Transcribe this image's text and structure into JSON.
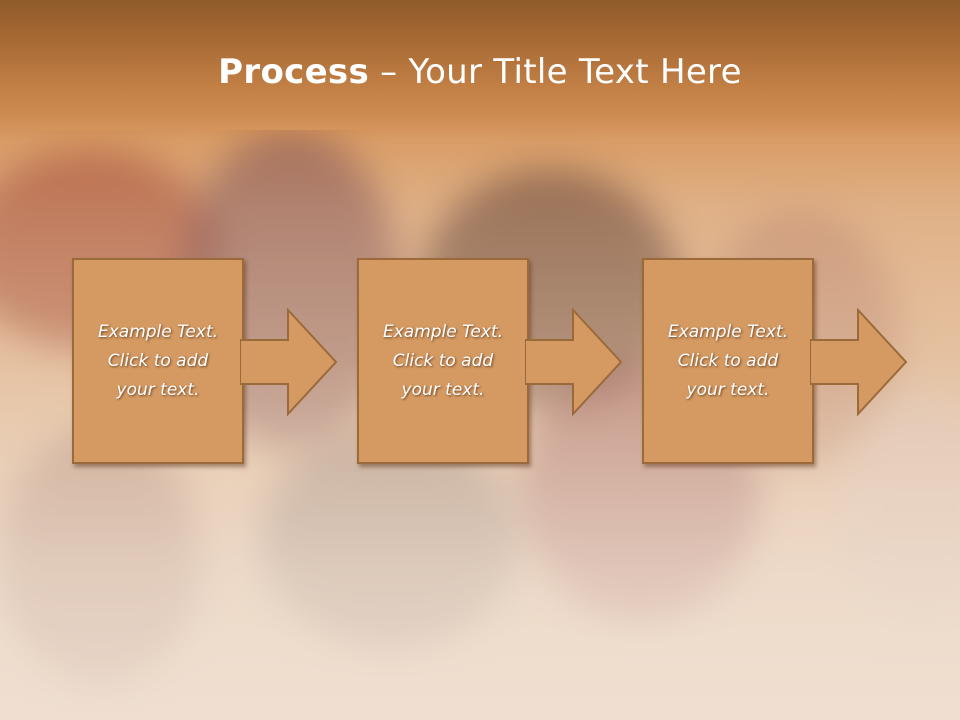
{
  "slide": {
    "title_bold": "Process",
    "title_rest": " – Your Title Text Here",
    "steps": [
      {
        "line1": "Example Text.",
        "line2": "Click  to add",
        "line3": "your text."
      },
      {
        "line1": "Example Text.",
        "line2": "Click  to add",
        "line3": "your text."
      },
      {
        "line1": "Example Text.",
        "line2": "Click  to add",
        "line3": "your text."
      }
    ]
  },
  "colors": {
    "title_band": "#a86a34",
    "box_fill": "#d59a62",
    "box_border": "#9b6a3a",
    "text": "#ffffff"
  }
}
